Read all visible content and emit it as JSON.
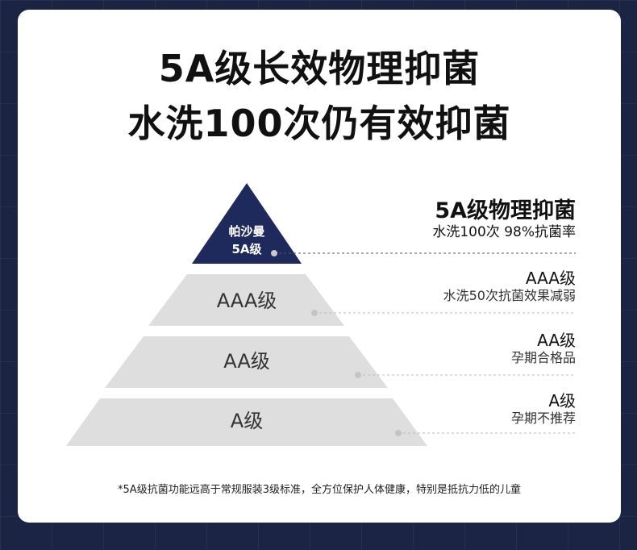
{
  "headline": {
    "line1": "5A级长效物理抑菌",
    "line2": "水洗100次仍有效抑菌"
  },
  "pyramid": {
    "apex": {
      "line1": "帕沙曼",
      "line2": "5A级",
      "color": "#1f2a5c"
    },
    "tiers": [
      {
        "label": "AAA级",
        "color": "#dedede"
      },
      {
        "label": "AA级",
        "color": "#dedede"
      },
      {
        "label": "A级",
        "color": "#dedede"
      }
    ]
  },
  "descriptions": [
    {
      "title": "5A级物理抑菌",
      "subtitle": "水洗100次  98%抗菌率"
    },
    {
      "title": "AAA级",
      "subtitle": "水洗50次抗菌效果减弱"
    },
    {
      "title": "AA级",
      "subtitle": "孕期合格品"
    },
    {
      "title": "A级",
      "subtitle": "孕期不推荐"
    }
  ],
  "footnote": "*5A级抗菌功能远高于常规服装3级标准，全方位保护人体健康，特别是抵抗力低的儿童",
  "colors": {
    "background": "#1b2443",
    "card": "#ffffff",
    "accent": "#1f2a5c"
  }
}
